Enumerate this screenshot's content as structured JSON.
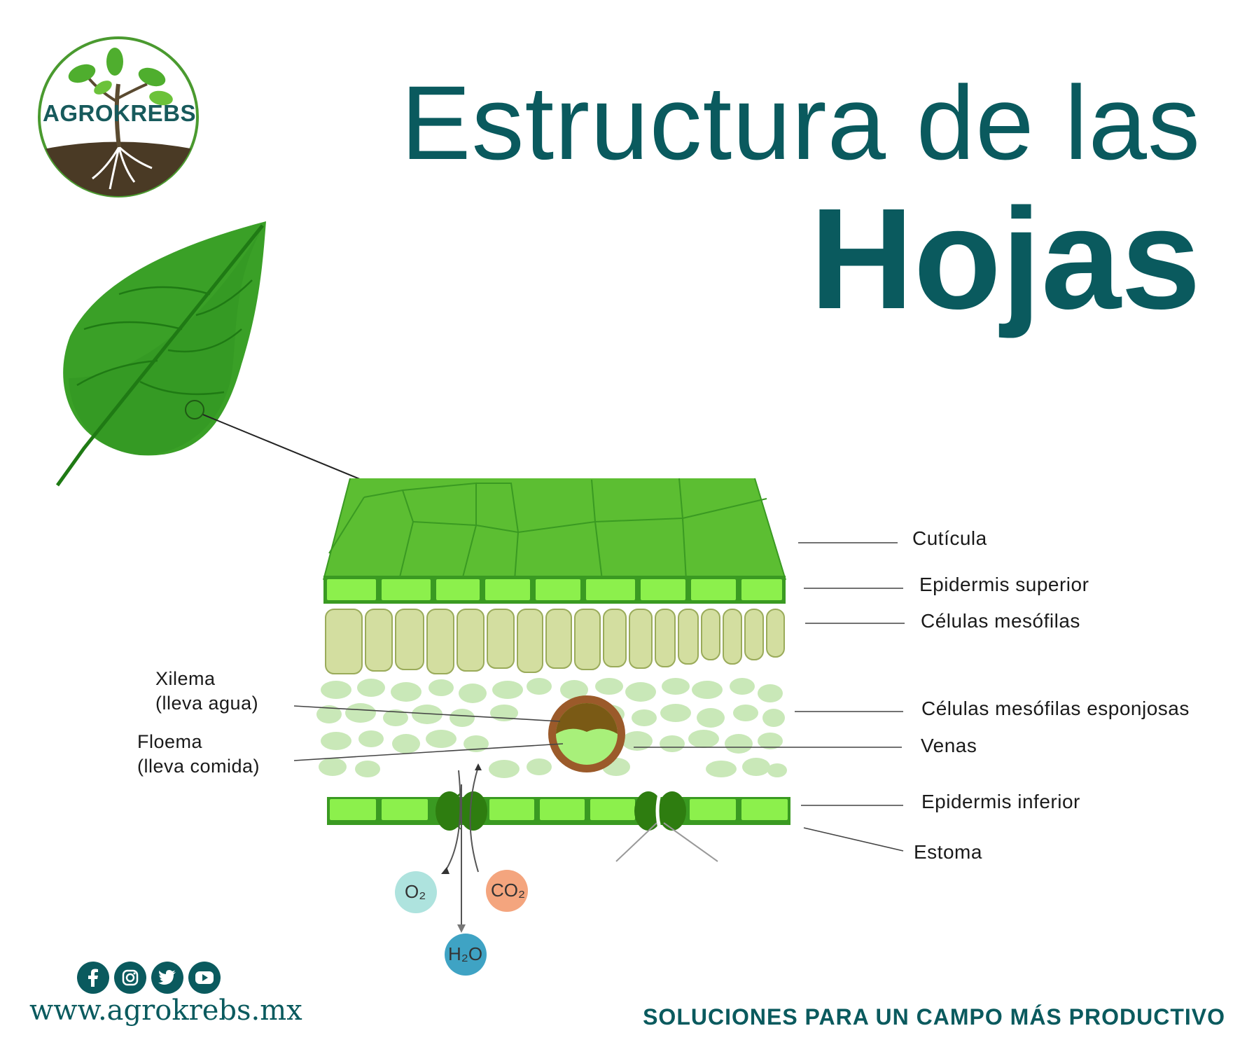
{
  "title": {
    "line1": "Estructura de las",
    "line2": "Hojas"
  },
  "logo": {
    "text": "AGROKREBS"
  },
  "labels": {
    "cuticula": "Cutícula",
    "epidermis_superior": "Epidermis superior",
    "celulas_mesofilas": "Células mesófilas",
    "celulas_esponjosas": "Células mesófilas esponjosas",
    "venas": "Venas",
    "epidermis_inferior": "Epidermis inferior",
    "estoma": "Estoma",
    "xilema_1": "Xilema",
    "xilema_2": "(lleva agua)",
    "floema_1": "Floema",
    "floema_2": "(lleva comida)"
  },
  "gases": {
    "o2": {
      "label": "O₂",
      "color": "#aee3de"
    },
    "co2": {
      "label": "CO₂",
      "color": "#f4a57e"
    },
    "h2o": {
      "label": "H₂O",
      "color": "#3fa3c4"
    }
  },
  "social_icons": [
    "facebook-icon",
    "instagram-icon",
    "twitter-icon",
    "youtube-icon"
  ],
  "footer": {
    "website": "www.agrokrebs.mx",
    "slogan": "SOLUCIONES PARA UN CAMPO MÁS PRODUCTIVO"
  },
  "colors": {
    "brand": "#0a5a5e",
    "leaf": "#3aa027",
    "epidermis": "#8cf04c",
    "palisade": "#d3dea0",
    "spongy": "#c9e8b8"
  }
}
